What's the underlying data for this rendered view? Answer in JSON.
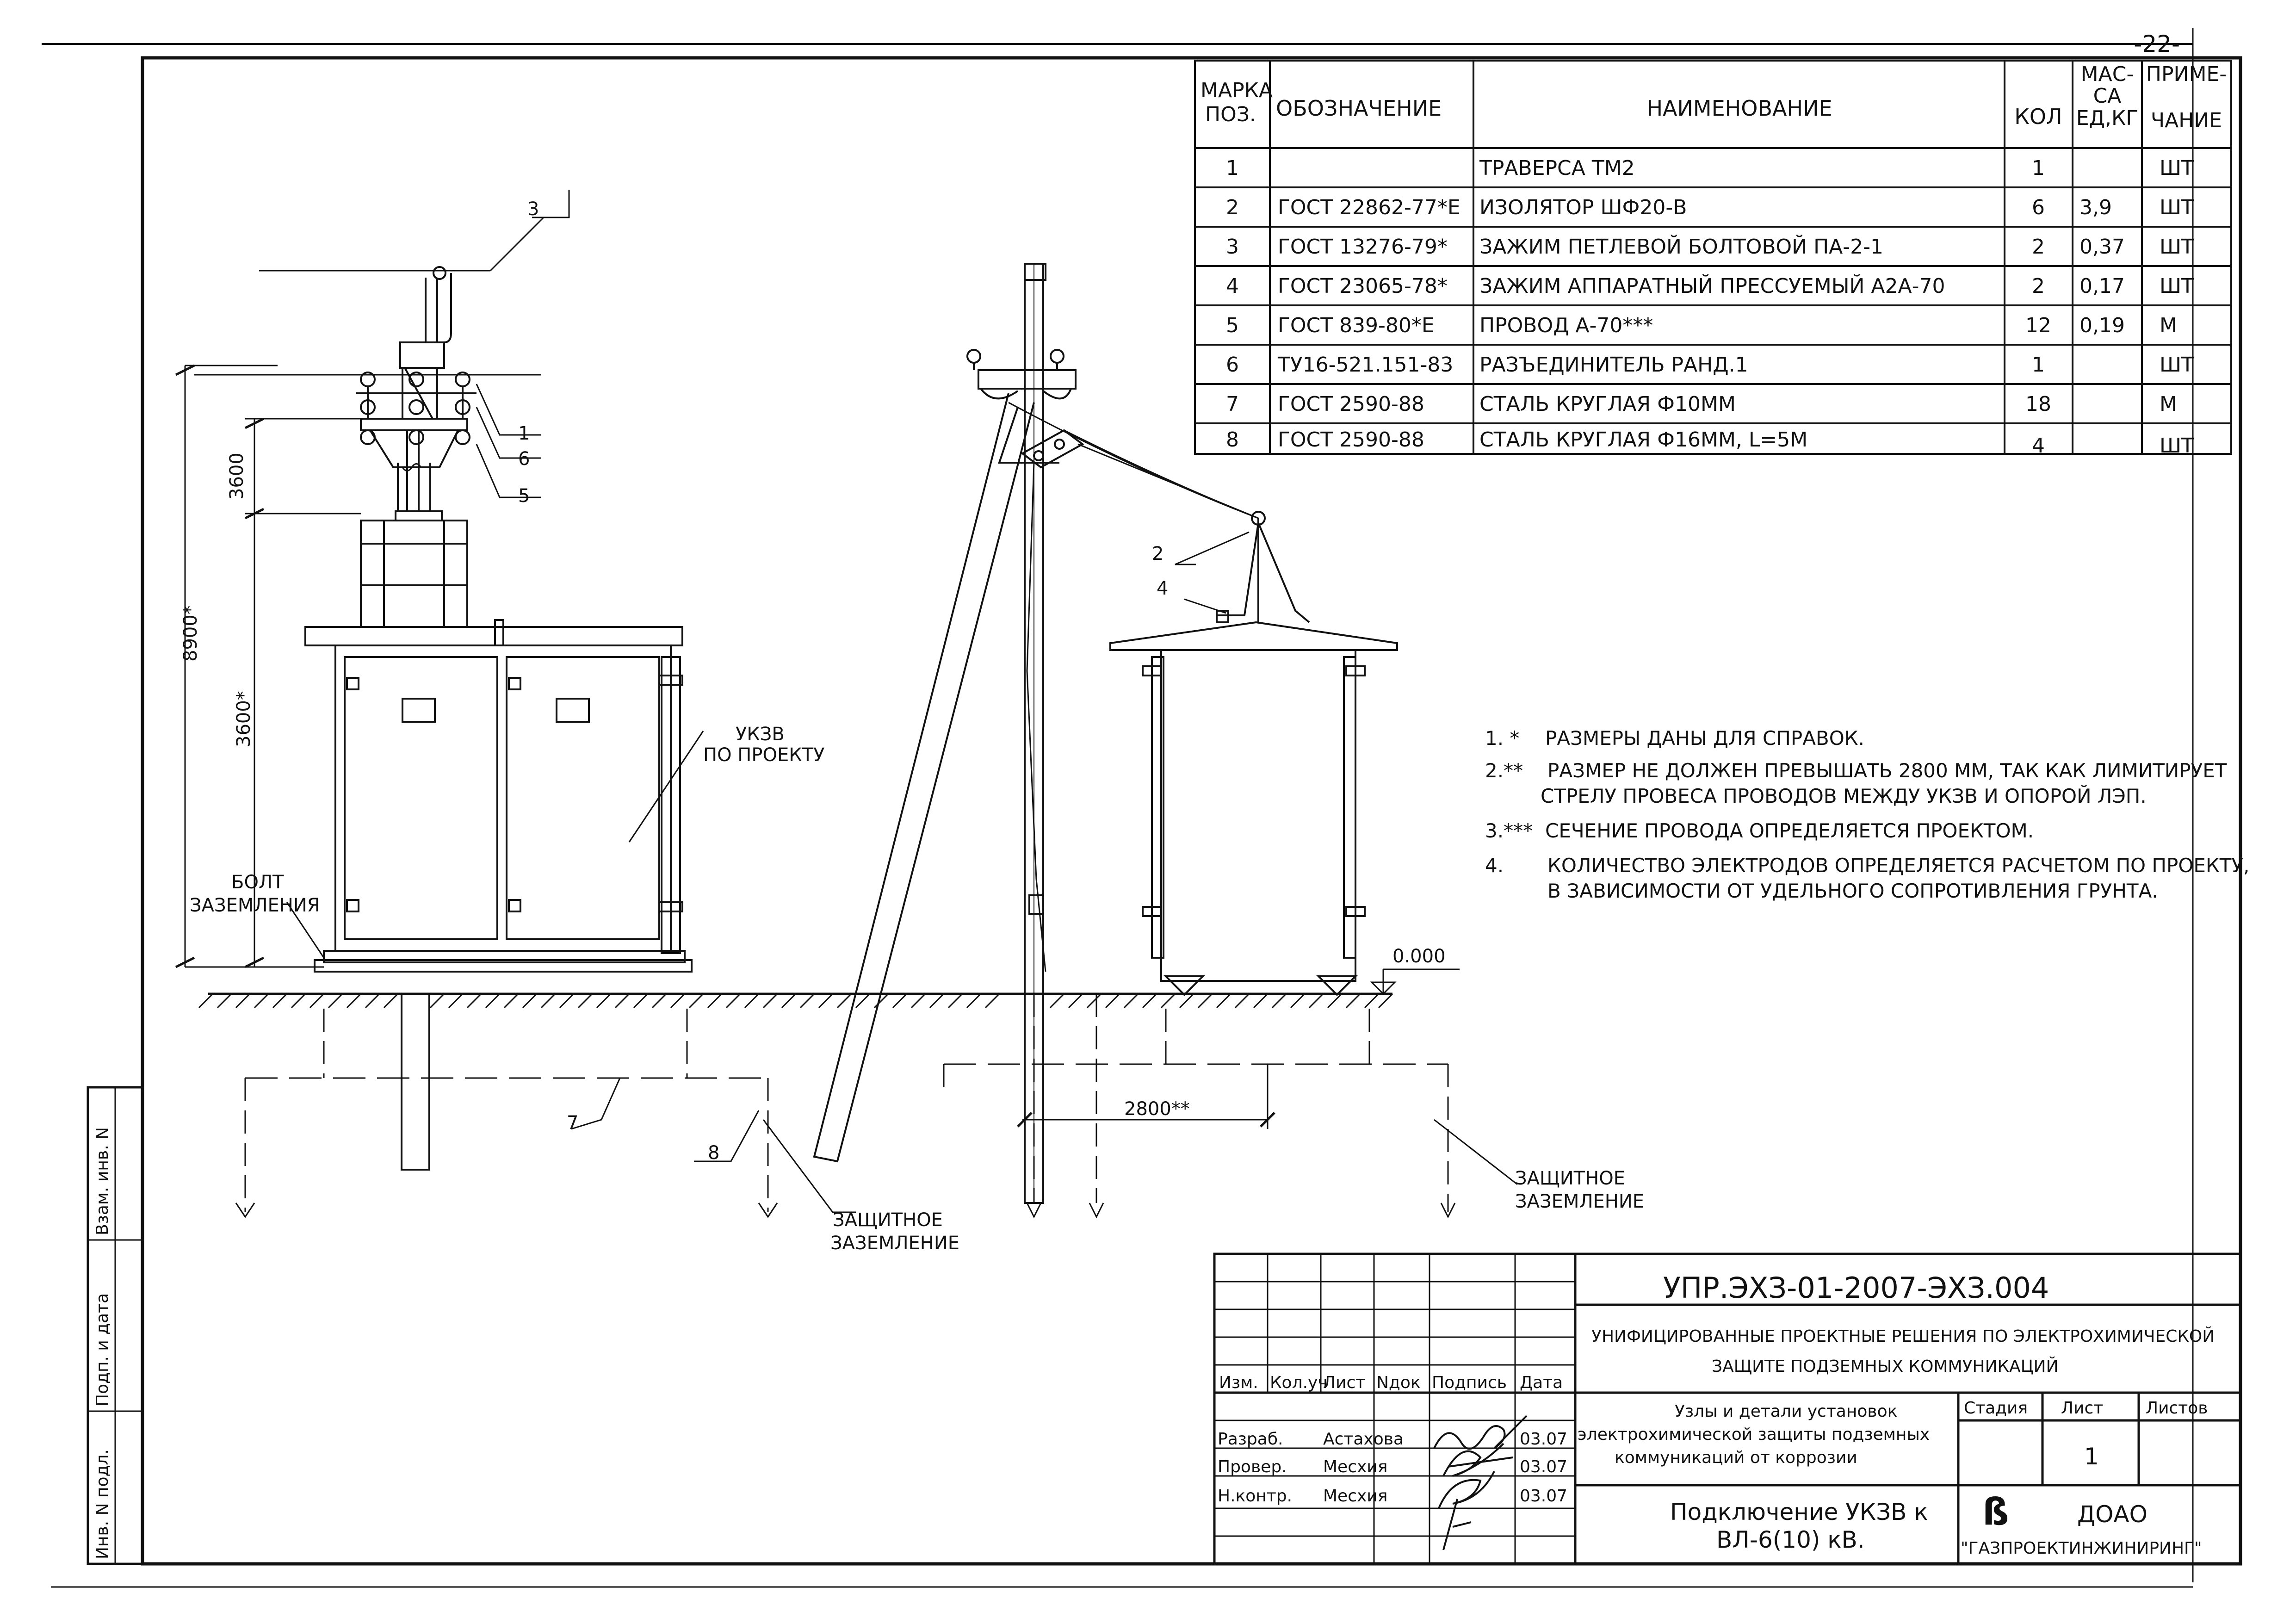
{
  "sheet_number": "-22-",
  "spec_table": {
    "headers": {
      "mark": [
        "МАРКА",
        "ПОЗ."
      ],
      "designation": "ОБОЗНАЧЕНИЕ",
      "name": "НАИМЕНОВАНИЕ",
      "qty": "КОЛ",
      "mass": [
        "МАС-",
        "СА",
        "ЕД,КГ"
      ],
      "note": [
        "ПРИМЕ-",
        "ЧАНИЕ"
      ]
    },
    "rows": [
      {
        "pos": "1",
        "designation": "",
        "name": "ТРАВЕРСА ТМ2",
        "qty": "1",
        "mass": "",
        "unit": "ШТ"
      },
      {
        "pos": "2",
        "designation": "ГОСТ 22862-77*Е",
        "name": "ИЗОЛЯТОР ШФ20-В",
        "qty": "6",
        "mass": "3,9",
        "unit": "ШТ"
      },
      {
        "pos": "3",
        "designation": "ГОСТ 13276-79*",
        "name": "ЗАЖИМ ПЕТЛЕВОЙ БОЛТОВОЙ ПА-2-1",
        "qty": "2",
        "mass": "0,37",
        "unit": "ШТ"
      },
      {
        "pos": "4",
        "designation": "ГОСТ 23065-78*",
        "name": "ЗАЖИМ АППАРАТНЫЙ ПРЕССУЕМЫЙ А2А-70",
        "qty": "2",
        "mass": "0,17",
        "unit": "ШТ"
      },
      {
        "pos": "5",
        "designation": "ГОСТ 839-80*Е",
        "name": "ПРОВОД А-70***",
        "qty": "12",
        "mass": "0,19",
        "unit": "М"
      },
      {
        "pos": "6",
        "designation": "ТУ16-521.151-83",
        "name": "РАЗЪЕДИНИТЕЛЬ РАНД.1",
        "qty": "1",
        "mass": "",
        "unit": "ШТ"
      },
      {
        "pos": "7",
        "designation": "ГОСТ 2590-88",
        "name": "СТАЛЬ КРУГЛАЯ Ф10ММ",
        "qty": "18",
        "mass": "",
        "unit": "М"
      },
      {
        "pos": "8",
        "designation": "ГОСТ 2590-88",
        "name": "СТАЛЬ КРУГЛАЯ Ф16ММ, L=5М",
        "qty": "4",
        "mass": "",
        "unit": "ШТ"
      }
    ]
  },
  "notes": [
    {
      "num": "1. *",
      "lines": [
        "РАЗМЕРЫ ДАНЫ ДЛЯ СПРАВОК."
      ]
    },
    {
      "num": "2.**",
      "lines": [
        "РАЗМЕР НЕ ДОЛЖЕН ПРЕВЫШАТЬ 2800 ММ, ТАК КАК ЛИМИТИРУЕТ",
        "СТРЕЛУ ПРОВЕСА ПРОВОДОВ МЕЖДУ УКЗВ И ОПОРОЙ ЛЭП."
      ]
    },
    {
      "num": "3.***",
      "lines": [
        "СЕЧЕНИЕ ПРОВОДА ОПРЕДЕЛЯЕТСЯ ПРОЕКТОМ."
      ]
    },
    {
      "num": "4.",
      "lines": [
        "КОЛИЧЕСТВО ЭЛЕКТРОДОВ ОПРЕДЕЛЯЕТСЯ РАСЧЕТОМ ПО ПРОЕКТУ,",
        "В ЗАВИСИМОСТИ ОТ УДЕЛЬНОГО СОПРОТИВЛЕНИЯ ГРУНТА."
      ]
    }
  ],
  "drawing": {
    "dims": {
      "d3600_top": "3600",
      "d8900": "8900*",
      "d3600_bottom": "3600*",
      "d2800": "2800**",
      "level": "0.000"
    },
    "callouts": {
      "c1": "1",
      "c2": "2",
      "c3": "3",
      "c4": "4",
      "c5": "5",
      "c6": "6",
      "c7": "7",
      "c8": "8"
    },
    "labels": {
      "ukzv": [
        "УКЗВ",
        "ПО ПРОЕКТУ"
      ],
      "bolt": [
        "БОЛТ",
        "ЗАЗЕМЛЕНИЯ"
      ],
      "ground_left": [
        "ЗАЩИТНОЕ",
        "ЗАЗЕМЛЕНИЕ"
      ],
      "ground_right": [
        "ЗАЩИТНОЕ",
        "ЗАЗЕМЛЕНИЕ"
      ]
    }
  },
  "side_stamp": [
    "Инв. N подл.",
    "Подп. и дата",
    "Взам. инв. N"
  ],
  "title_block": {
    "code": "УПР.ЭХЗ-01-2007-ЭХЗ.004",
    "project": [
      "УНИФИЦИРОВАННЫЕ ПРОЕКТНЫЕ РЕШЕНИЯ ПО ЭЛЕКТРОХИМИЧЕСКОЙ",
      "ЗАЩИТЕ ПОДЗЕМНЫХ КОММУНИКАЦИЙ"
    ],
    "col_headers": [
      "Изм.",
      "Кол.уч",
      "Лист",
      "Nдок",
      "Подпись",
      "Дата"
    ],
    "staff": [
      {
        "role": "Разраб.",
        "name": "Астахова",
        "date": "03.07"
      },
      {
        "role": "Провер.",
        "name": "Месхия",
        "date": "03.07"
      },
      {
        "role": "Н.контр.",
        "name": "Месхия",
        "date": "03.07"
      }
    ],
    "section": [
      "Узлы и детали установок",
      "электрохимической защиты подземных",
      "коммуникаций от коррозии"
    ],
    "stage_headers": [
      "Стадия",
      "Лист",
      "Листов"
    ],
    "sheet": "1",
    "drawing_title": [
      "Подключение УКЗВ к",
      "ВЛ-6(10) кВ."
    ],
    "org": [
      "ДОАО",
      "\"ГАЗПРОЕКТИНЖИНИРИНГ\""
    ]
  }
}
